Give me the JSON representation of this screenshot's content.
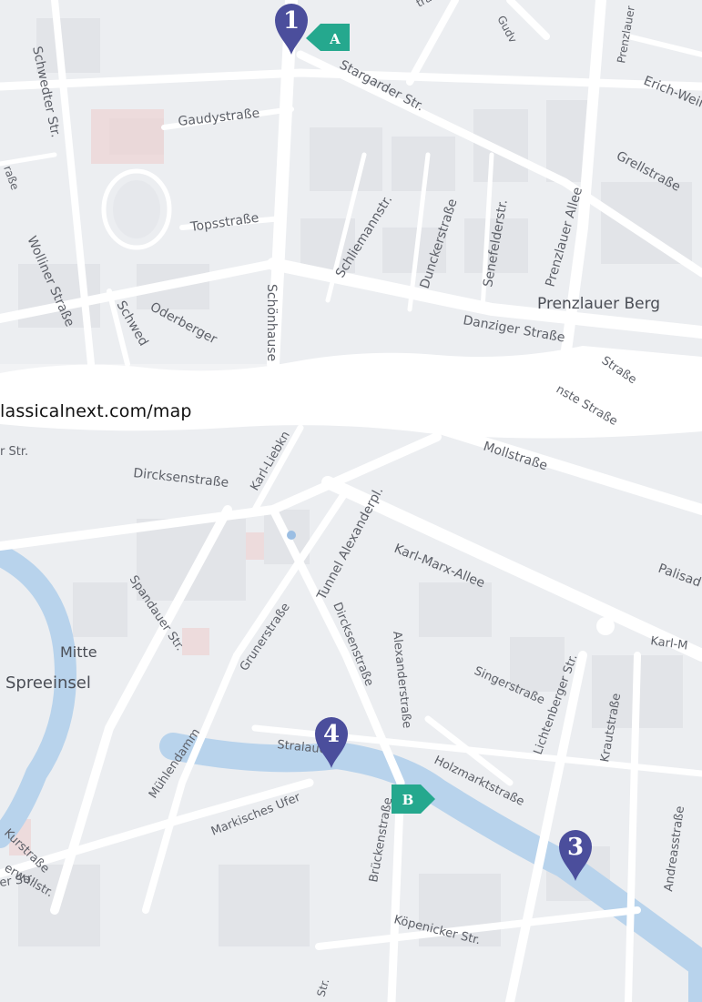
{
  "url": "lassicalnext.com/map",
  "colors": {
    "background": "#f2f3f5",
    "block": "#e4e6ea",
    "road": "#ffffff",
    "water": "#b8d3ec",
    "marker_number": "#4b4e9c",
    "marker_letter": "#25a88e",
    "building_accent": "#e9c9c9"
  },
  "top_section": {
    "streets": [
      "Schwedter Str.",
      "Gaudystraße",
      "Stargarder Str.",
      "Erich-Wein",
      "Grellstraße",
      "Topsstraße",
      "Wolliner Straße",
      "Schwed",
      "Oderberger",
      "Schönhause",
      "Schliemannstr.",
      "Dunckerstraße",
      "Senefelderstr.",
      "Prenzlauer Allee",
      "Danziger Straße",
      "Prenzlauer",
      "Gudv",
      "traße",
      "raße"
    ],
    "district": "Prenzlauer Berg"
  },
  "bottom_section": {
    "streets": [
      "r Str.",
      "Dircksenstraße",
      "Karl-Liebkn",
      "Mollstraße",
      "nste Straße",
      "Straße",
      "Tunnel Alexanderpl.",
      "Karl-Marx-Allee",
      "Palisad",
      "Spandauer Str.",
      "Grunerstraße",
      "Dircksenstraße",
      "Alexanderstraße",
      "Karl-M",
      "Singerstraße",
      "Lichtenberger Str.",
      "Krautstraße",
      "Stralauer",
      "Holzmarktstraße",
      "Mühlendamm",
      "Andreasstraße",
      "Markisches Ufer",
      "Brückenstraße",
      "Kurstraße",
      "erwallstr.",
      "er Str.",
      "Köpenicker Str.",
      "Str."
    ],
    "districts": [
      "Mitte",
      "Spreeinsel"
    ]
  },
  "markers": [
    {
      "label": "1",
      "kind": "number",
      "icon": "map-pin-icon"
    },
    {
      "label": "A",
      "kind": "letter",
      "icon": "tag-marker-icon"
    },
    {
      "label": "4",
      "kind": "number",
      "icon": "map-pin-icon"
    },
    {
      "label": "B",
      "kind": "letter",
      "icon": "tag-marker-icon"
    },
    {
      "label": "3",
      "kind": "number",
      "icon": "map-pin-icon"
    }
  ]
}
